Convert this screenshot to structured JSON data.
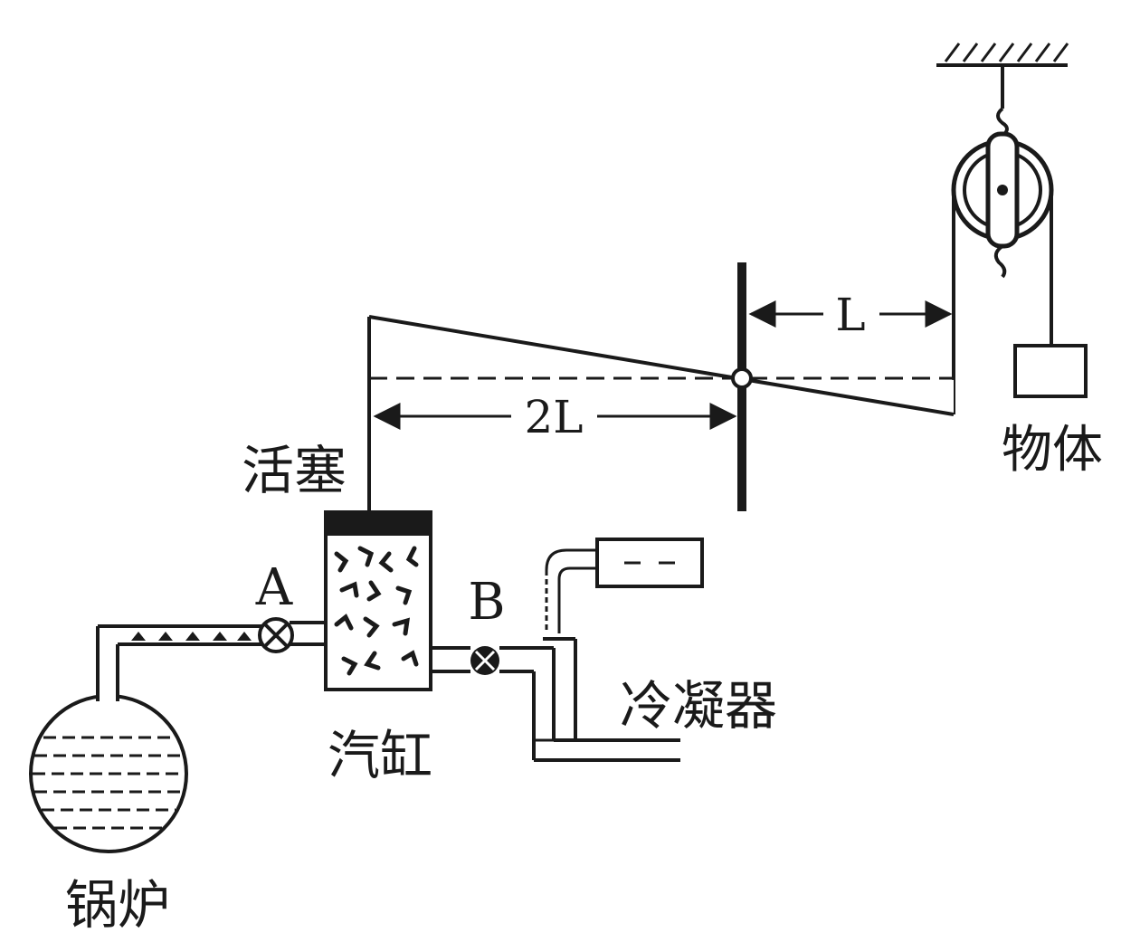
{
  "labels": {
    "piston": "活塞",
    "cylinder": "汽缸",
    "boiler": "锅炉",
    "condenser": "冷凝器",
    "object": "物体",
    "valve_a": "A",
    "valve_b": "B",
    "length_left": "2L",
    "length_right": "L"
  },
  "colors": {
    "ink": "#1a1a1a",
    "background": "#ffffff"
  }
}
